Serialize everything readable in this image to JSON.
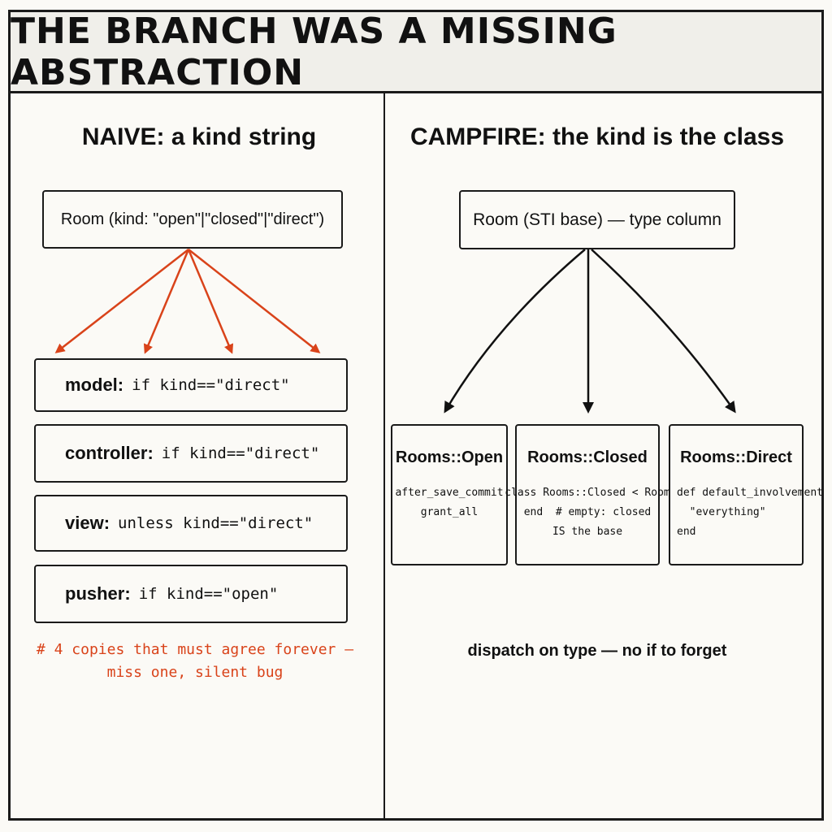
{
  "title": "THE BRANCH WAS A MISSING ABSTRACTION",
  "left": {
    "heading": "NAIVE: a kind string",
    "root": "Room (kind: \"open\"|\"closed\"|\"direct\")",
    "layers": [
      {
        "label": "model:",
        "code": "if kind==\"direct\""
      },
      {
        "label": "controller:",
        "code": "if kind==\"direct\""
      },
      {
        "label": "view:",
        "code": "unless kind==\"direct\""
      },
      {
        "label": "pusher:",
        "code": "if kind==\"open\""
      }
    ],
    "note_line1": "# 4 copies that must agree forever –",
    "note_line2": "miss one, silent bug",
    "arrow_color": "#d9431a"
  },
  "right": {
    "heading": "CAMPFIRE: the kind is the class",
    "root": "Room (STI base) — type column",
    "classes": [
      {
        "name": "Rooms::Open",
        "code": "after_save_commit\ngrant_all"
      },
      {
        "name": "Rooms::Closed",
        "code": "class Rooms::Closed < Room\nend  # empty: closed\nIS the base"
      },
      {
        "name": "Rooms::Direct",
        "code": "def default_involvement\n  \"everything\"\nend"
      }
    ],
    "note": "dispatch on type — no if to forget",
    "arrow_color": "#111111"
  }
}
